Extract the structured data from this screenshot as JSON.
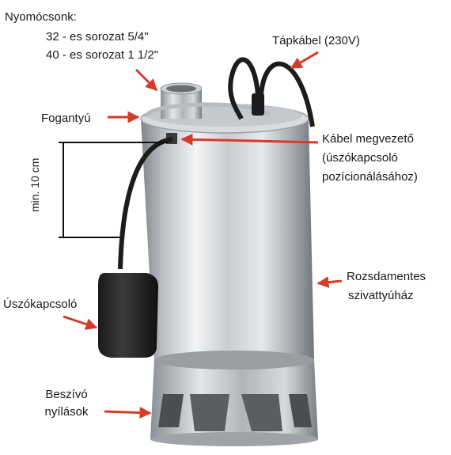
{
  "labels": {
    "outlet_title": "Nyomócsonk:",
    "outlet_line1": "32 - es sorozat 5/4\"",
    "outlet_line2": "40 - es sorozat 1 1/2\"",
    "power_cable": "Tápkábel (230V)",
    "handle": "Fogantyú",
    "cable_guide_1": "Kábel megvezető",
    "cable_guide_2": "(úszókapcsoló",
    "cable_guide_3": "pozícionálásához)",
    "min_distance": "min. 10 cm",
    "housing_1": "Rozsdamentes",
    "housing_2": "szivattyúház",
    "float_switch": "Úszókapcsoló",
    "intake_1": "Beszívó",
    "intake_2": "nyílások"
  },
  "colors": {
    "arrow": "#d63a2a",
    "steel_light": "#e8eaec",
    "steel_dark": "#8c9096",
    "cable": "#1c1c1c"
  }
}
